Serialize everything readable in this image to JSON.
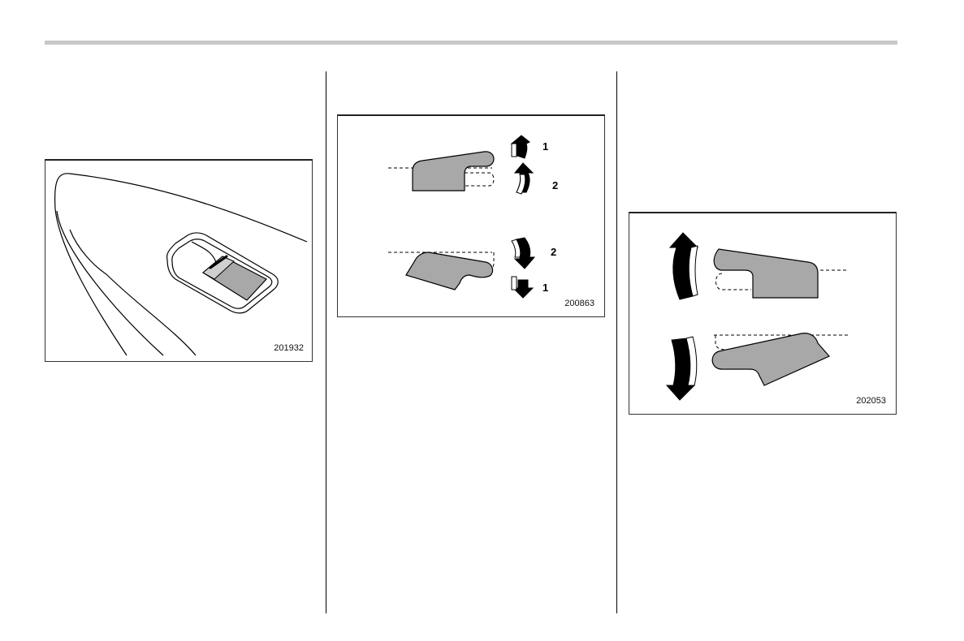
{
  "figures": [
    {
      "code": "201932",
      "subject": "window-switch"
    },
    {
      "code": "200863",
      "steps": {
        "up_first": "1",
        "up_second": "2",
        "down_second": "2",
        "down_first": "1"
      }
    },
    {
      "code": "202053"
    }
  ],
  "colors": {
    "switch_fill": "#a8a8a8",
    "line": "#000000",
    "header_rule": "#c8c8c8"
  }
}
